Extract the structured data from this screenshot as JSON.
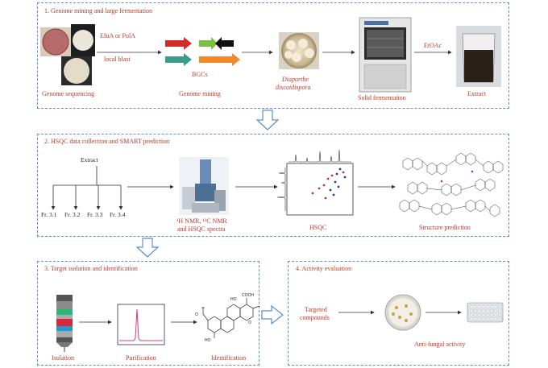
{
  "panel1": {
    "title": "1. Genome mining and large fermentation",
    "genome_sequencing": "Genome sequencing",
    "efua": "EfuA or PolA",
    "local_blast": "local blast",
    "bgcs": "BGCs",
    "genome_mining": "Genome mining",
    "species_line1": "Diaporthe",
    "species_line2": "discoidispora",
    "solid_fermentation": "Solid fermentation",
    "etoac": "EtOAc",
    "extract": "Extract"
  },
  "panel2": {
    "title": "2. HSQC data collection and SMART prediction",
    "extract": "Extract",
    "fractions": [
      "Fr. 3.1",
      "Fr. 3.2",
      "Fr. 3.3",
      "Fr. 3.4"
    ],
    "nmr_line1": "¹H NMR, ¹³C NMR",
    "nmr_line2": "and HSQC spectra",
    "hsqc": "HSQC",
    "structure_prediction": "Structure prediction"
  },
  "panel3": {
    "title": "3. Target isolation and identification",
    "isolation": "Isolation",
    "purification": "Purification",
    "identification": "Identification"
  },
  "panel4": {
    "title": "4. Activity evaluation",
    "targeted_line1": "Targeted",
    "targeted_line2": "compounds",
    "antifungal": "Anti-fungal activity"
  },
  "colors": {
    "box_border": "#5b8fd1",
    "label_text": "#c0392b",
    "red_arrow": "#d62b2b",
    "green_arrow": "#7bc043",
    "black_arrow": "#111111",
    "teal_arrow": "#3d9b8a",
    "orange_arrow": "#f08a2a",
    "hollow_arrow": "#5b8fd1"
  }
}
